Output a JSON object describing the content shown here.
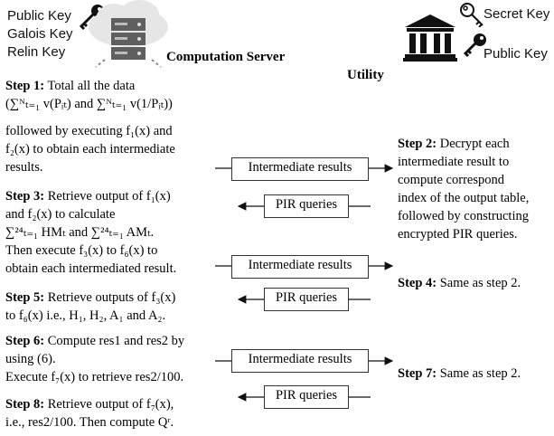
{
  "server": {
    "keys": [
      "Public Key",
      "Galois Key",
      "Relin Key"
    ],
    "title": "Computation Server"
  },
  "utility": {
    "title": "Utility",
    "secret_key": "Secret Key",
    "public_key": "Public Key"
  },
  "steps_left": {
    "step1": {
      "label": "Step 1:",
      "line1": "Total all the data",
      "line2": "(∑ᴺₜ₌₁ v(Pᵢₜ) and ∑ᴺₜ₌₁ v(1/Pᵢₜ))",
      "line3a": "followed by executing f₁(x) and",
      "line3b": "f₂(x) to obtain each intermediate",
      "line4": "results."
    },
    "step3": {
      "label": "Step 3:",
      "line1": "Retrieve output of f₁(x)",
      "line2": "and f₂(x) to calculate",
      "line3": "∑²⁴ₜ₌₁ HMₜ and ∑²⁴ₜ₌₁ AMₜ.",
      "line4": "Then execute f₃(x) to f₆(x) to",
      "line5": "obtain each intermediated result."
    },
    "step5": {
      "label": "Step 5:",
      "line1": "Retrieve outputs of f₃(x)",
      "line2": "to f₆(x) i.e., H₁, H₂, A₁ and A₂."
    },
    "step6": {
      "label": "Step 6:",
      "line1": "Compute res1 and res2 by",
      "line2": "using (6).",
      "line3": "Execute f₇(x) to retrieve res2/100."
    },
    "step8": {
      "label": "Step 8:",
      "line1": "Retrieve output of f₇(x),",
      "line2": "i.e., res2/100. Then compute Qʳ."
    }
  },
  "steps_right": {
    "step2": {
      "label": "Step 2:",
      "lines": [
        "Decrypt each",
        "intermediate result to",
        "compute correspond",
        "index of the output table,",
        "followed by constructing",
        "encrypted PIR queries."
      ]
    },
    "step4": {
      "label": "Step 4:",
      "text": "Same as step 2."
    },
    "step7": {
      "label": "Step 7:",
      "text": "Same as step 2."
    }
  },
  "messages": {
    "intermediate": "Intermediate results",
    "pir": "PIR queries"
  }
}
